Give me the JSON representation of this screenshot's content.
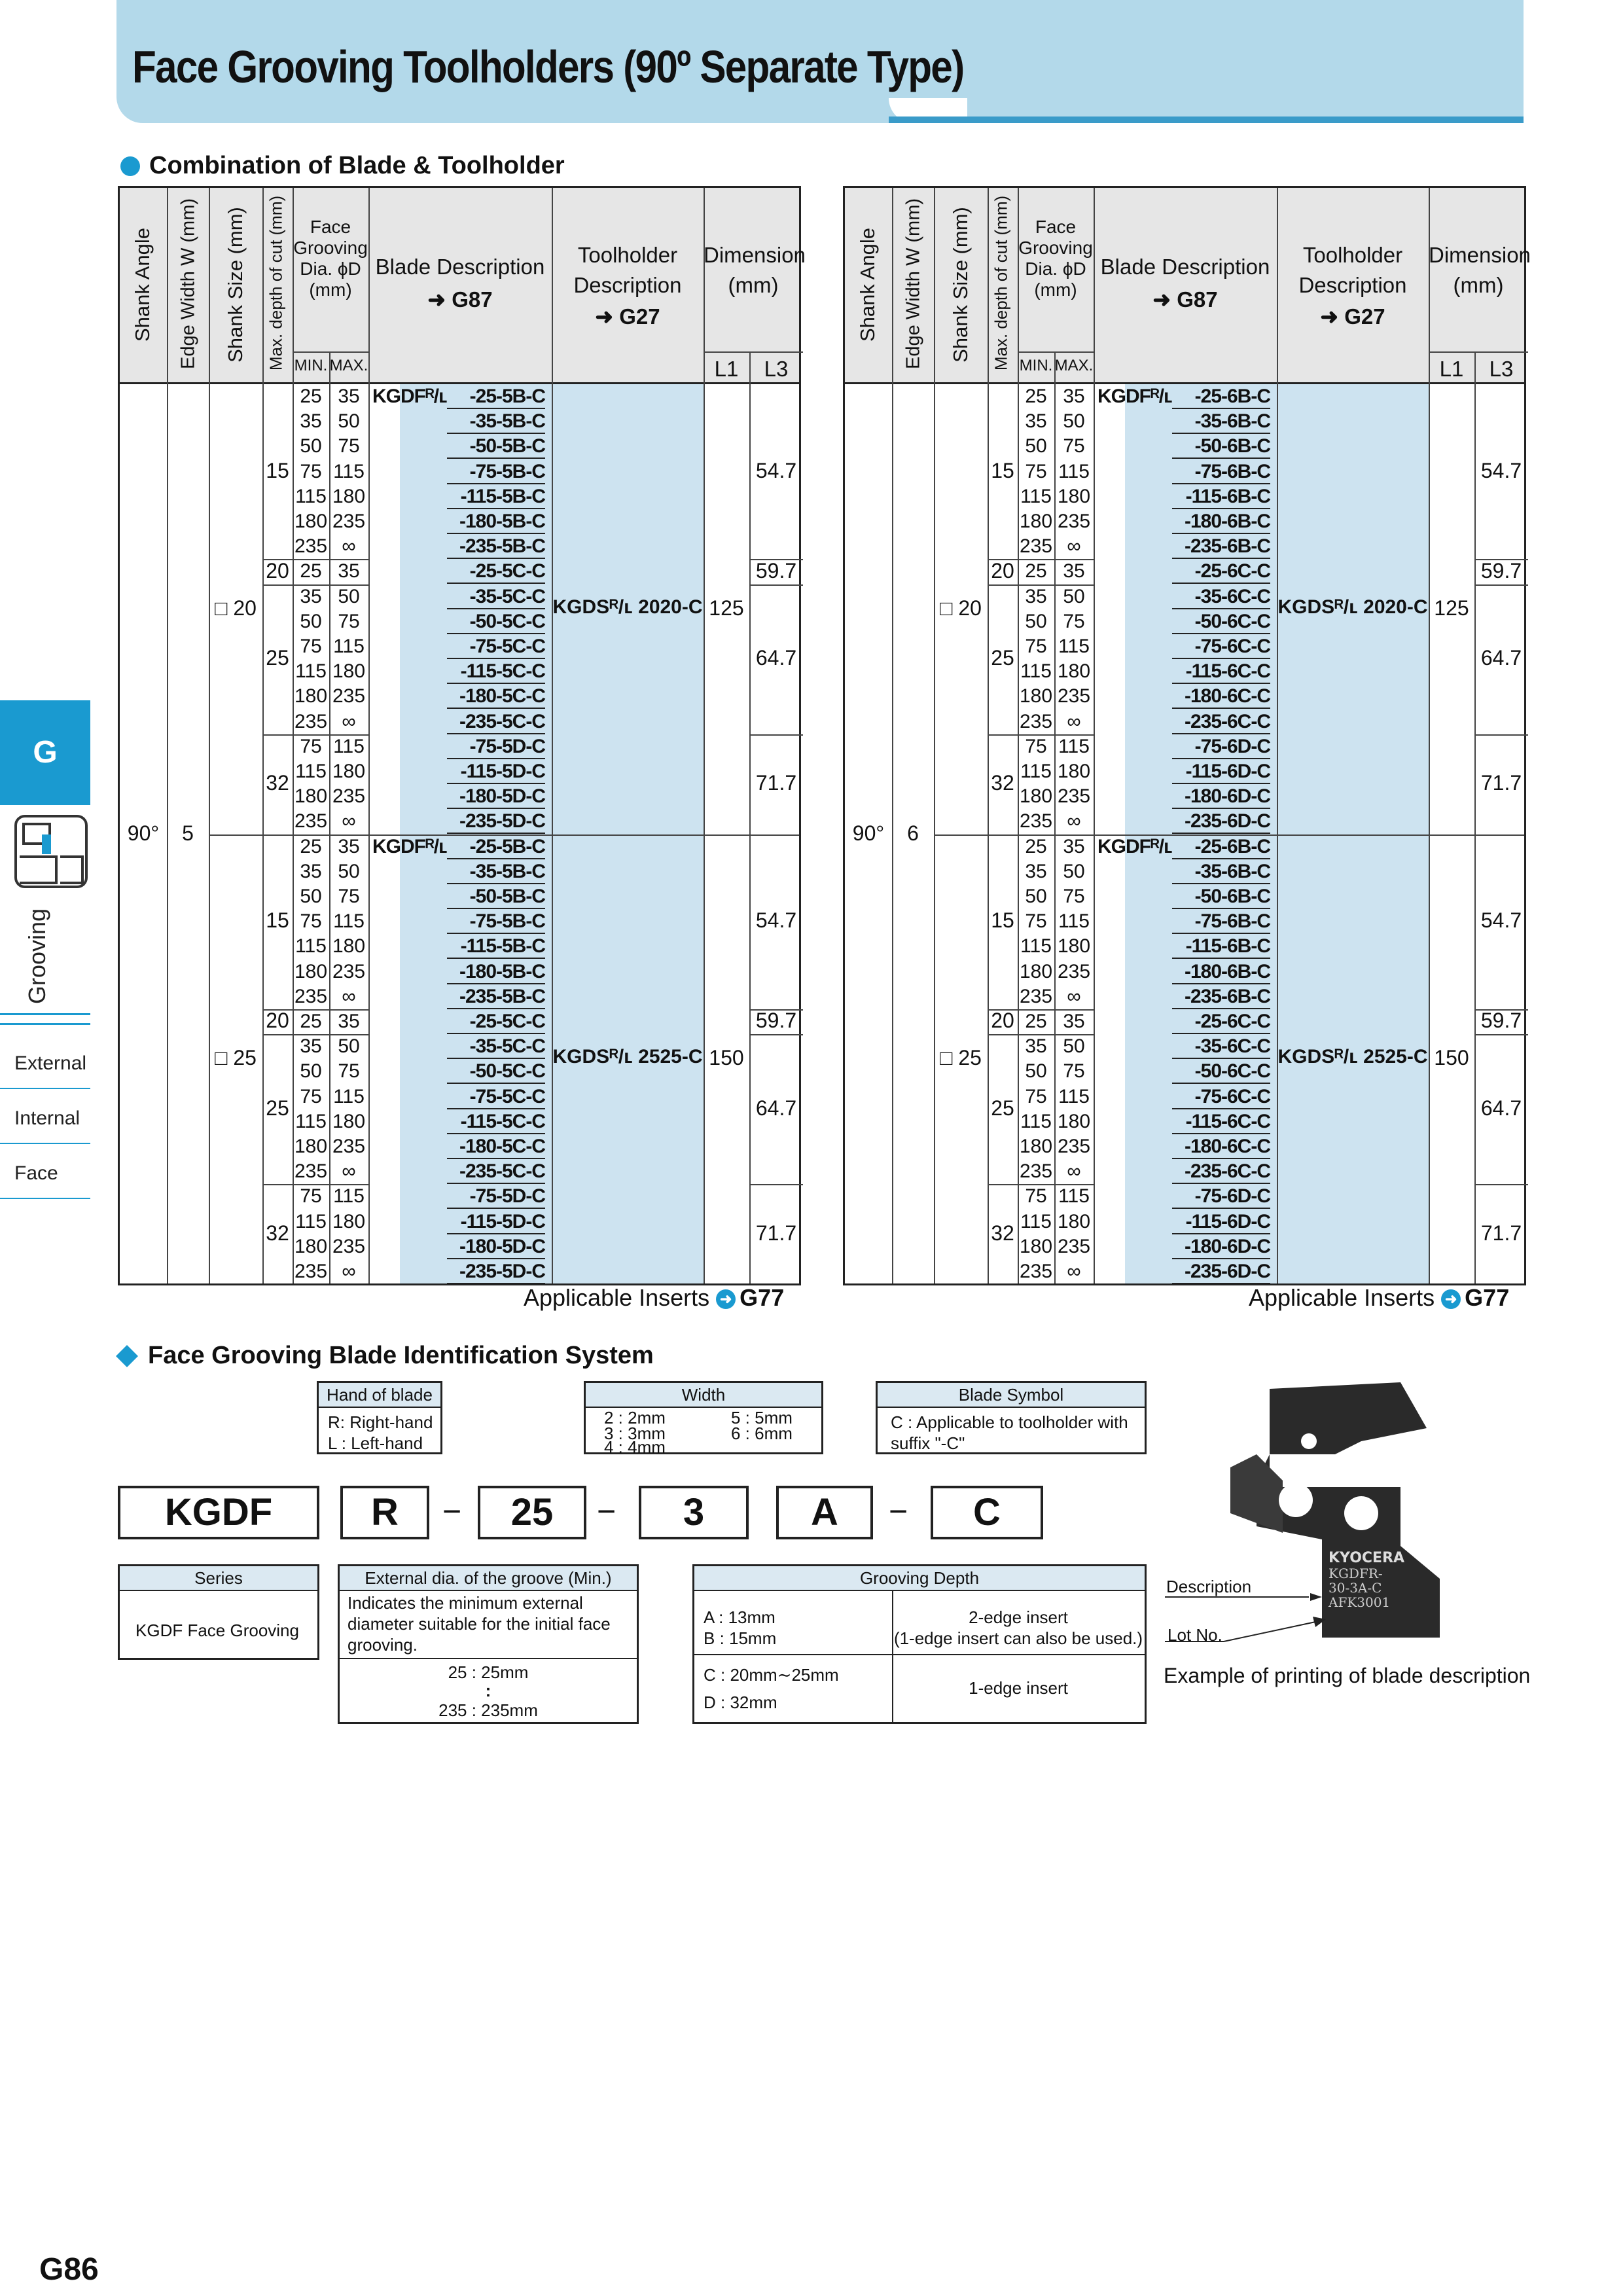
{
  "title": "Face Grooving Toolholders (90º Separate Type)",
  "section1": "Combination of Blade & Toolholder",
  "section2": "Face Grooving Blade Identification System",
  "headers": {
    "shank_angle": "Shank Angle",
    "edge_width": "Edge Width W (mm)",
    "shank_size": "Shank Size (mm)",
    "max_depth": "Max. depth of cut (mm)",
    "face_dia": "Face Grooving Dia. ϕD (mm)",
    "min": "MIN.",
    "max": "MAX.",
    "blade_desc": "Blade Description",
    "blade_ref": "G87",
    "toolholder": "Toolholder Description",
    "toolholder_ref": "G27",
    "dimension": "Dimension (mm)",
    "l1": "L1",
    "l3": "L3"
  },
  "tables": [
    {
      "angle": "90°",
      "width": "5",
      "blade_prefix": "KGDF",
      "suffix": "5B",
      "groups": [
        {
          "size": "□ 20",
          "holder": "KGDS",
          "holder_code": "2020-C",
          "l1": "125",
          "blocks": [
            {
              "depth": "15",
              "l3": "54.7",
              "rows": [
                [
                  "25",
                  "35",
                  "-25-5B-C"
                ],
                [
                  "35",
                  "50",
                  "-35-5B-C"
                ],
                [
                  "50",
                  "75",
                  "-50-5B-C"
                ],
                [
                  "75",
                  "115",
                  "-75-5B-C"
                ],
                [
                  "115",
                  "180",
                  "-115-5B-C"
                ],
                [
                  "180",
                  "235",
                  "-180-5B-C"
                ],
                [
                  "235",
                  "∞",
                  "-235-5B-C"
                ]
              ]
            },
            {
              "depth": "20",
              "l3": "59.7",
              "rows": [
                [
                  "25",
                  "35",
                  "-25-5C-C"
                ]
              ]
            },
            {
              "depth": "25",
              "l3": "64.7",
              "rows": [
                [
                  "35",
                  "50",
                  "-35-5C-C"
                ],
                [
                  "50",
                  "75",
                  "-50-5C-C"
                ],
                [
                  "75",
                  "115",
                  "-75-5C-C"
                ],
                [
                  "115",
                  "180",
                  "-115-5C-C"
                ],
                [
                  "180",
                  "235",
                  "-180-5C-C"
                ],
                [
                  "235",
                  "∞",
                  "-235-5C-C"
                ]
              ]
            },
            {
              "depth": "32",
              "l3": "71.7",
              "rows": [
                [
                  "75",
                  "115",
                  "-75-5D-C"
                ],
                [
                  "115",
                  "180",
                  "-115-5D-C"
                ],
                [
                  "180",
                  "235",
                  "-180-5D-C"
                ],
                [
                  "235",
                  "∞",
                  "-235-5D-C"
                ]
              ]
            }
          ]
        },
        {
          "size": "□ 25",
          "holder": "KGDS",
          "holder_code": "2525-C",
          "l1": "150",
          "blocks": [
            {
              "depth": "15",
              "l3": "54.7",
              "rows": [
                [
                  "25",
                  "35",
                  "-25-5B-C"
                ],
                [
                  "35",
                  "50",
                  "-35-5B-C"
                ],
                [
                  "50",
                  "75",
                  "-50-5B-C"
                ],
                [
                  "75",
                  "115",
                  "-75-5B-C"
                ],
                [
                  "115",
                  "180",
                  "-115-5B-C"
                ],
                [
                  "180",
                  "235",
                  "-180-5B-C"
                ],
                [
                  "235",
                  "∞",
                  "-235-5B-C"
                ]
              ]
            },
            {
              "depth": "20",
              "l3": "59.7",
              "rows": [
                [
                  "25",
                  "35",
                  "-25-5C-C"
                ]
              ]
            },
            {
              "depth": "25",
              "l3": "64.7",
              "rows": [
                [
                  "35",
                  "50",
                  "-35-5C-C"
                ],
                [
                  "50",
                  "75",
                  "-50-5C-C"
                ],
                [
                  "75",
                  "115",
                  "-75-5C-C"
                ],
                [
                  "115",
                  "180",
                  "-115-5C-C"
                ],
                [
                  "180",
                  "235",
                  "-180-5C-C"
                ],
                [
                  "235",
                  "∞",
                  "-235-5C-C"
                ]
              ]
            },
            {
              "depth": "32",
              "l3": "71.7",
              "rows": [
                [
                  "75",
                  "115",
                  "-75-5D-C"
                ],
                [
                  "115",
                  "180",
                  "-115-5D-C"
                ],
                [
                  "180",
                  "235",
                  "-180-5D-C"
                ],
                [
                  "235",
                  "∞",
                  "-235-5D-C"
                ]
              ]
            }
          ]
        }
      ]
    },
    {
      "angle": "90°",
      "width": "6",
      "blade_prefix": "KGDF",
      "suffix": "6B",
      "groups": [
        {
          "size": "□ 20",
          "holder": "KGDS",
          "holder_code": "2020-C",
          "l1": "125",
          "blocks": [
            {
              "depth": "15",
              "l3": "54.7",
              "rows": [
                [
                  "25",
                  "35",
                  "-25-6B-C"
                ],
                [
                  "35",
                  "50",
                  "-35-6B-C"
                ],
                [
                  "50",
                  "75",
                  "-50-6B-C"
                ],
                [
                  "75",
                  "115",
                  "-75-6B-C"
                ],
                [
                  "115",
                  "180",
                  "-115-6B-C"
                ],
                [
                  "180",
                  "235",
                  "-180-6B-C"
                ],
                [
                  "235",
                  "∞",
                  "-235-6B-C"
                ]
              ]
            },
            {
              "depth": "20",
              "l3": "59.7",
              "rows": [
                [
                  "25",
                  "35",
                  "-25-6C-C"
                ]
              ]
            },
            {
              "depth": "25",
              "l3": "64.7",
              "rows": [
                [
                  "35",
                  "50",
                  "-35-6C-C"
                ],
                [
                  "50",
                  "75",
                  "-50-6C-C"
                ],
                [
                  "75",
                  "115",
                  "-75-6C-C"
                ],
                [
                  "115",
                  "180",
                  "-115-6C-C"
                ],
                [
                  "180",
                  "235",
                  "-180-6C-C"
                ],
                [
                  "235",
                  "∞",
                  "-235-6C-C"
                ]
              ]
            },
            {
              "depth": "32",
              "l3": "71.7",
              "rows": [
                [
                  "75",
                  "115",
                  "-75-6D-C"
                ],
                [
                  "115",
                  "180",
                  "-115-6D-C"
                ],
                [
                  "180",
                  "235",
                  "-180-6D-C"
                ],
                [
                  "235",
                  "∞",
                  "-235-6D-C"
                ]
              ]
            }
          ]
        },
        {
          "size": "□ 25",
          "holder": "KGDS",
          "holder_code": "2525-C",
          "l1": "150",
          "blocks": [
            {
              "depth": "15",
              "l3": "54.7",
              "rows": [
                [
                  "25",
                  "35",
                  "-25-6B-C"
                ],
                [
                  "35",
                  "50",
                  "-35-6B-C"
                ],
                [
                  "50",
                  "75",
                  "-50-6B-C"
                ],
                [
                  "75",
                  "115",
                  "-75-6B-C"
                ],
                [
                  "115",
                  "180",
                  "-115-6B-C"
                ],
                [
                  "180",
                  "235",
                  "-180-6B-C"
                ],
                [
                  "235",
                  "∞",
                  "-235-6B-C"
                ]
              ]
            },
            {
              "depth": "20",
              "l3": "59.7",
              "rows": [
                [
                  "25",
                  "35",
                  "-25-6C-C"
                ]
              ]
            },
            {
              "depth": "25",
              "l3": "64.7",
              "rows": [
                [
                  "35",
                  "50",
                  "-35-6C-C"
                ],
                [
                  "50",
                  "75",
                  "-50-6C-C"
                ],
                [
                  "75",
                  "115",
                  "-75-6C-C"
                ],
                [
                  "115",
                  "180",
                  "-115-6C-C"
                ],
                [
                  "180",
                  "235",
                  "-180-6C-C"
                ],
                [
                  "235",
                  "∞",
                  "-235-6C-C"
                ]
              ]
            },
            {
              "depth": "32",
              "l3": "71.7",
              "rows": [
                [
                  "75",
                  "115",
                  "-75-6D-C"
                ],
                [
                  "115",
                  "180",
                  "-115-6D-C"
                ],
                [
                  "180",
                  "235",
                  "-180-6D-C"
                ],
                [
                  "235",
                  "∞",
                  "-235-6D-C"
                ]
              ]
            }
          ]
        }
      ]
    }
  ],
  "applicable": "Applicable Inserts",
  "applicable_ref": "G77",
  "side": {
    "tab": "G",
    "label": "Grooving",
    "items": [
      "External",
      "Internal",
      "Face"
    ]
  },
  "ident": {
    "hand_head": "Hand of blade",
    "hand_text": [
      "R: Right-hand",
      "L : Left-hand"
    ],
    "width_head": "Width",
    "width_text": [
      "2 : 2mm",
      "3 : 3mm",
      "4 : 4mm",
      "5 : 5mm",
      "6 : 6mm"
    ],
    "symbol_head": "Blade Symbol",
    "symbol_text": [
      "C : Applicable to toolholder with",
      "suffix \"-C\""
    ],
    "codes": [
      "KGDF",
      "R",
      "25",
      "3",
      "A",
      "C"
    ],
    "dash": "−",
    "series_head": "Series",
    "series_text": "KGDF Face Grooving",
    "ext_head": "External dia. of the groove (Min.)",
    "ext_text": [
      "Indicates the minimum external",
      "diameter suitable for the initial face",
      "grooving."
    ],
    "ext_vals": [
      "25 : 25mm",
      ":",
      "235 : 235mm"
    ],
    "depth_head": "Grooving Depth",
    "depth_ab": [
      "A : 13mm",
      "B : 15mm"
    ],
    "depth_ab_note": [
      "2-edge insert",
      "(1-edge insert can also be used.)"
    ],
    "depth_cd": [
      "C : 20mm∼25mm",
      "D : 32mm"
    ],
    "depth_cd_note": "1-edge insert",
    "desc_label": "Description",
    "lot_label": "Lot No.",
    "example": "Example of printing of blade description",
    "blade_print": [
      "KYOCERA",
      "KGDFR-",
      "30-3A-C",
      "AFK3001"
    ]
  },
  "page_number": "G86",
  "colors": {
    "accent": "#1a9ad0",
    "band": "#b3d9ea",
    "blue_col": "#cde3f0"
  }
}
